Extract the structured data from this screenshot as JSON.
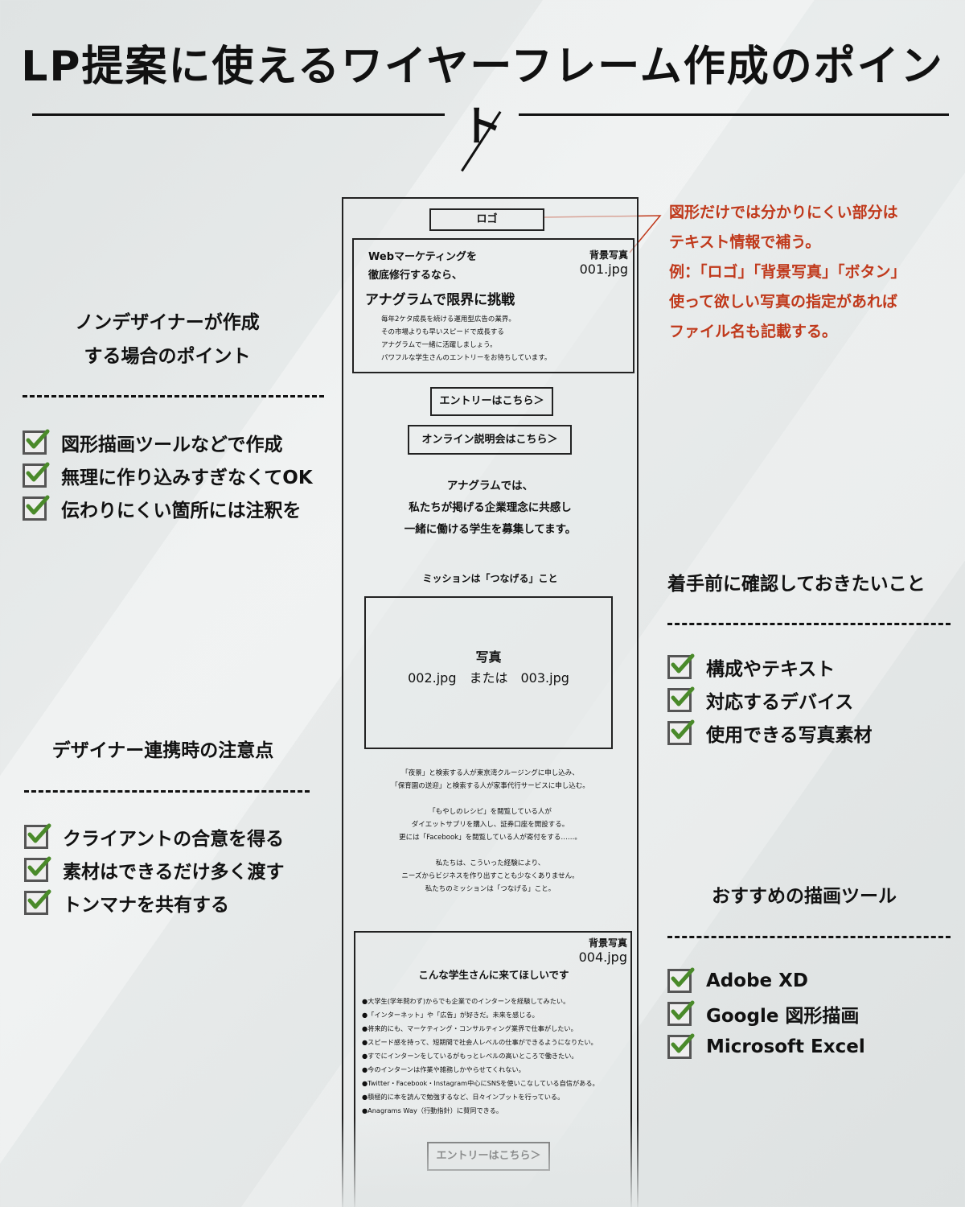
{
  "title": "LP提案に使えるワイヤーフレーム作成のポイント",
  "colors": {
    "accent_red": "#c0391b",
    "check_green": "#4a8a2a"
  },
  "left_panel_1": {
    "heading_line1": "ノンデザイナーが作成",
    "heading_line2": "する場合のポイント",
    "items": [
      "図形描画ツールなどで作成",
      "無理に作り込みすぎなくてOK",
      "伝わりにくい箇所には注釈を"
    ]
  },
  "left_panel_2": {
    "heading": "デザイナー連携時の注意点",
    "items": [
      "クライアントの合意を得る",
      "素材はできるだけ多く渡す",
      "トンマナを共有する"
    ]
  },
  "right_panel_1": {
    "heading": "着手前に確認しておきたいこと",
    "items": [
      "構成やテキスト",
      "対応するデバイス",
      "使用できる写真素材"
    ]
  },
  "right_panel_2": {
    "heading": "おすすめの描画ツール",
    "items": [
      "Adobe XD",
      "Google 図形描画",
      "Microsoft Excel"
    ]
  },
  "note": {
    "lines": [
      "図形だけでは分かりにくい部分は",
      "テキスト情報で補う。",
      "例：「ロゴ」「背景写真」「ボタン」",
      "使って欲しい写真の指定があれば",
      "ファイル名も記載する。"
    ]
  },
  "wireframe": {
    "logo": "ロゴ",
    "hero": {
      "bg_label": "背景写真",
      "bg_file": "001.jpg",
      "lead_line1": "Webマーケティングを",
      "lead_line2": "徹底修行するなら、",
      "headline": "アナグラムで限界に挑戦",
      "body": [
        "毎年2ケタ成長を続ける運用型広告の業界。",
        "その市場よりも早いスピードで成長する",
        "アナグラムで一緒に活躍しましょう。",
        "パワフルな学生さんのエントリーをお待ちしています。"
      ]
    },
    "entry_button": "エントリーはこちら＞",
    "online_button": "オンライン説明会はこちら＞",
    "intro": [
      "アナグラムでは、",
      "私たちが掲げる企業理念に共感し",
      "一緒に働ける学生を募集してます。"
    ],
    "mission_heading": "ミッションは「つなげる」こと",
    "photo": {
      "label": "写真",
      "files": "002.jpg　または　003.jpg"
    },
    "mission_body": [
      "「夜景」と検索する人が東京湾クルージングに申し込み、",
      "「保育園の送迎」と検索する人が家事代行サービスに申し込む。",
      "",
      "「もやしのレシピ」を閲覧している人が",
      "ダイエットサプリを購入し、証券口座を開設する。",
      "更には「Facebook」を閲覧している人が寄付をする……。",
      "",
      "私たちは、こういった経験により、",
      "ニーズからビジネスを作り出すことも少なくありません。",
      "私たちのミッションは「つなげる」こと。"
    ],
    "students": {
      "bg_label": "背景写真",
      "bg_file": "004.jpg",
      "heading": "こんな学生さんに来てほしいです",
      "items": [
        "●大学生(学年問わず)からでも企業でのインターンを経験してみたい。",
        "●「インターネット」や「広告」が好きだ。未来を感じる。",
        "●将来的にも、マーケティング・コンサルティング業界で仕事がしたい。",
        "●スピード感を持って、短期間で社会人レベルの仕事ができるようになりたい。",
        "●すでにインターンをしているがもっとレベルの高いところで働きたい。",
        "●今のインターンは作業や雑務しかやらせてくれない。",
        "●Twitter・Facebook・Instagram中心にSNSを使いこなしている自信がある。",
        "●積極的に本を読んで勉強するなど、日々インプットを行っている。",
        "●Anagrams Way（行動指針）に賛同できる。"
      ]
    },
    "entry_button_bottom": "エントリーはこちら＞"
  }
}
